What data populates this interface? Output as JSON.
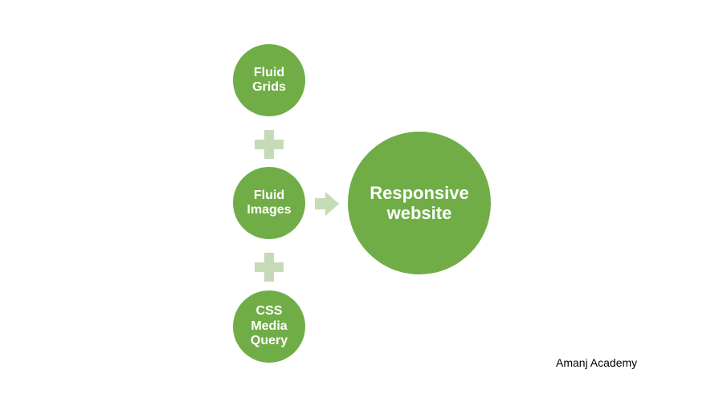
{
  "colors": {
    "node_fill": "#70ad47",
    "connector_fill": "#c5dbb8",
    "label_text": "#ffffff",
    "background": "#ffffff"
  },
  "diagram": {
    "nodes": [
      {
        "id": "fluid-grids",
        "label": "Fluid\nGrids"
      },
      {
        "id": "fluid-images",
        "label": "Fluid\nImages"
      },
      {
        "id": "css-media-query",
        "label": "CSS\nMedia\nQuery"
      }
    ],
    "result": {
      "id": "responsive-website",
      "label": "Responsive\nwebsite"
    },
    "connectors": [
      {
        "shape": "plus",
        "between": [
          "fluid-grids",
          "fluid-images"
        ]
      },
      {
        "shape": "plus",
        "between": [
          "fluid-images",
          "css-media-query"
        ]
      },
      {
        "shape": "arrow-right",
        "from": "fluid-images",
        "to": "responsive-website"
      }
    ]
  },
  "credit": "Amanj Academy"
}
